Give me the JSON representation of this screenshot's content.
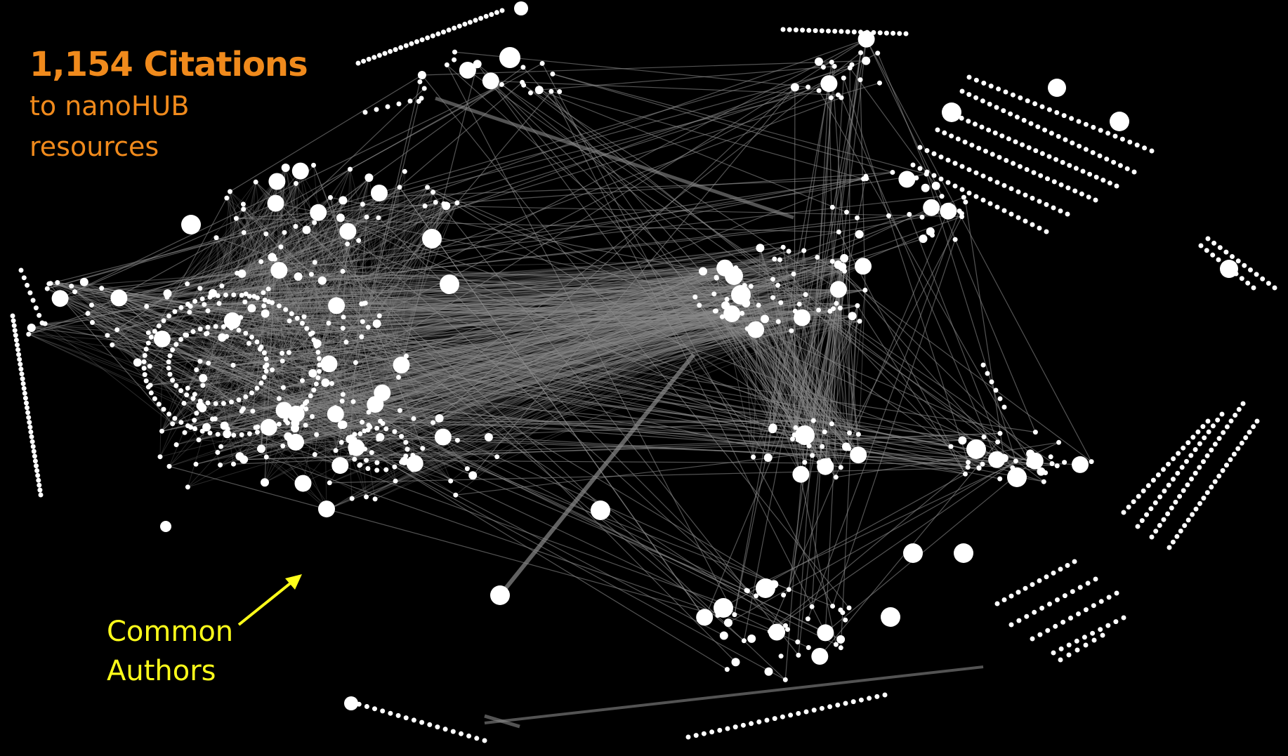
{
  "title": {
    "count_label": "1,154 Citations",
    "line1": "to nanoHUB",
    "line2": "resources"
  },
  "annotation": {
    "line1": "Common",
    "line2": "Authors"
  },
  "colors": {
    "background": "#000000",
    "title": "#f08a1c",
    "annotation": "#ffff1a",
    "edge": "#8a8a8a",
    "node": "#ffffff"
  }
}
